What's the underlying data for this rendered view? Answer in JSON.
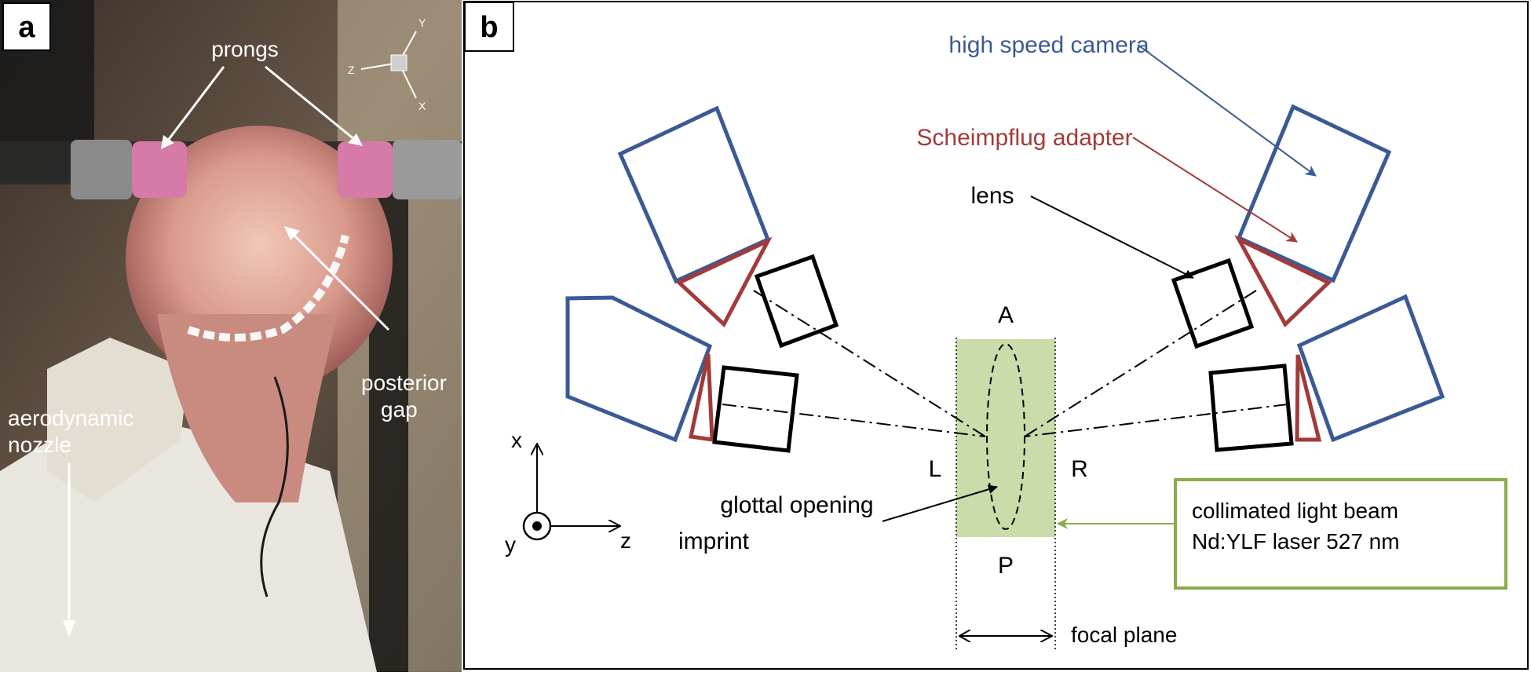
{
  "panel_a": {
    "label": "a",
    "annotations": {
      "prongs": "prongs",
      "posterior_gap_line1": "posterior",
      "posterior_gap_line2": "gap",
      "nozzle_line1": "aerodynamic",
      "nozzle_line2": "nozzle"
    },
    "axes": {
      "y": "Y",
      "z": "Z",
      "x": "X"
    }
  },
  "panel_b": {
    "label": "b",
    "labels": {
      "camera": "high speed camera",
      "adapter": "Scheimpflug adapter",
      "lens": "lens",
      "anterior": "A",
      "posterior": "P",
      "left": "L",
      "right": "R",
      "glottal_line1": "glottal opening",
      "glottal_line2": "imprint",
      "beam_line1": "collimated light beam",
      "beam_line2": "Nd:YLF laser 527 nm",
      "focal_plane": "focal plane"
    },
    "axes": {
      "x": "x",
      "y": "y",
      "z": "z"
    }
  },
  "colors": {
    "camera": "#3a5a95",
    "adapter": "#a33a3a",
    "lens": "#000000",
    "beam": "#8aac4a",
    "focal_fill": "#c9dcaa"
  }
}
